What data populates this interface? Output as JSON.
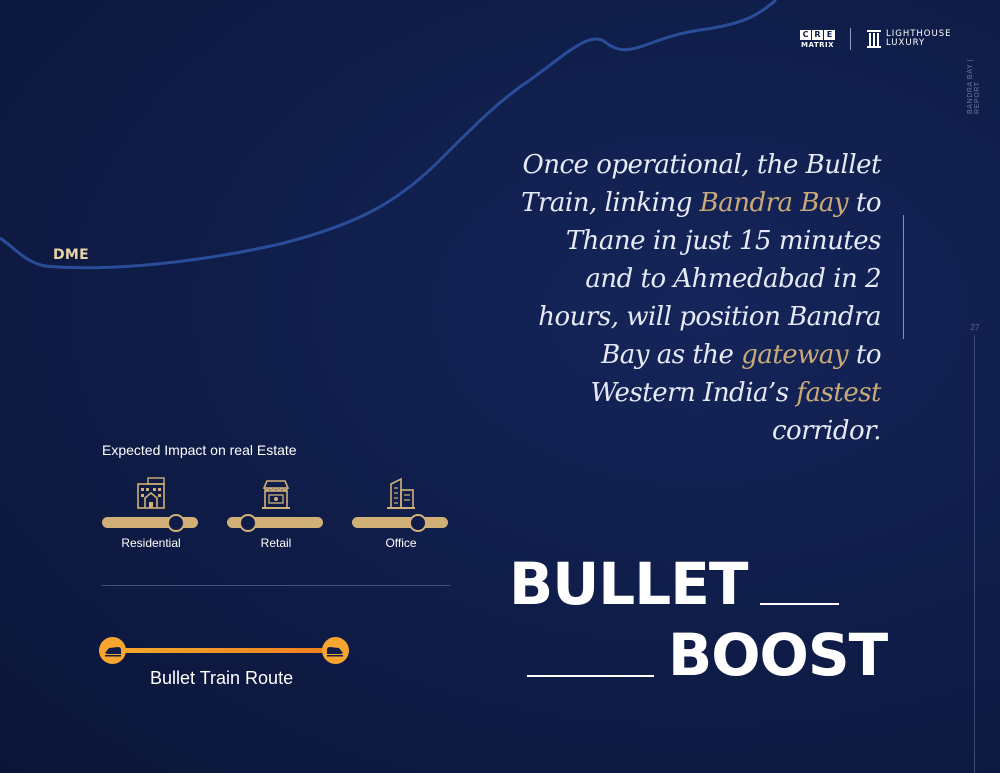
{
  "map": {
    "route_label": "DME"
  },
  "brand": {
    "cre_letters": [
      "C",
      "R",
      "E"
    ],
    "cre_sub": "MATRIX",
    "lighthouse_line1": "LIGHTHOUSE",
    "lighthouse_line2": "LUXURY"
  },
  "side_tag": "BANDRA BAY | REPORT",
  "page_number": "27",
  "quote": {
    "p1": "Once operational, the Bullet Train, linking ",
    "hl1": "Bandra Bay",
    "p2": " to Thane in just 15 minutes and to Ahmedabad in 2 hours, will position Bandra Bay as the ",
    "hl2": "gateway",
    "p3": " to Western India’s ",
    "hl3": "fastest",
    "p4": " corridor."
  },
  "impact": {
    "title": "Expected Impact on real Estate",
    "items": [
      {
        "label": "Residential",
        "icon": "residential-building-icon",
        "level": 0.77
      },
      {
        "label": "Retail",
        "icon": "retail-store-icon",
        "level": 0.22
      },
      {
        "label": "Office",
        "icon": "office-building-icon",
        "level": 0.69
      }
    ]
  },
  "legend": {
    "route_label": "Bullet Train Route"
  },
  "headline": {
    "line1": "BULLET",
    "line2": "BOOST"
  },
  "colors": {
    "accent_gold": "#c9a977",
    "route_orange": "#f6a630",
    "background": "#0f1c47"
  }
}
